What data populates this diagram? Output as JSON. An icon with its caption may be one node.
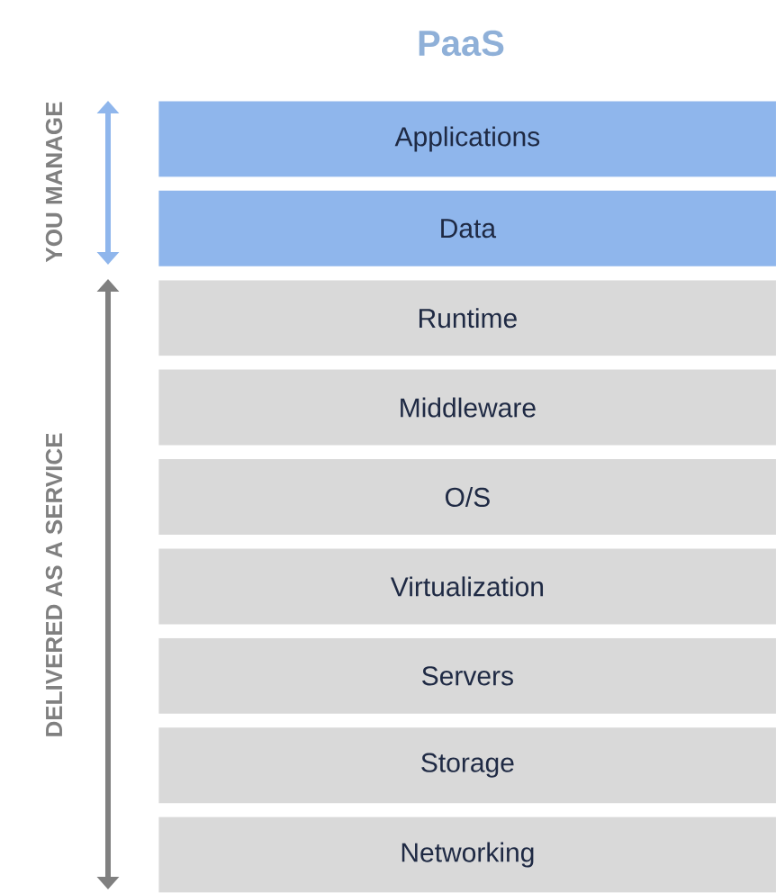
{
  "diagram": {
    "title": "PaaS",
    "nodes": [
      {
        "text": [
          "Applications"
        ]
      },
      {
        "text": [
          "Data"
        ]
      },
      {
        "text": [
          "Runtime"
        ]
      },
      {
        "text": [
          "Middleware"
        ]
      },
      {
        "text": [
          "O/S"
        ]
      },
      {
        "text": [
          "Virtualization"
        ]
      },
      {
        "text": [
          "Servers"
        ]
      },
      {
        "text": [
          "Storage"
        ]
      },
      {
        "text": [
          "Networking"
        ]
      }
    ],
    "labels": [
      "YOU MANAGE",
      "DELIVERED AS A SERVICE"
    ]
  }
}
